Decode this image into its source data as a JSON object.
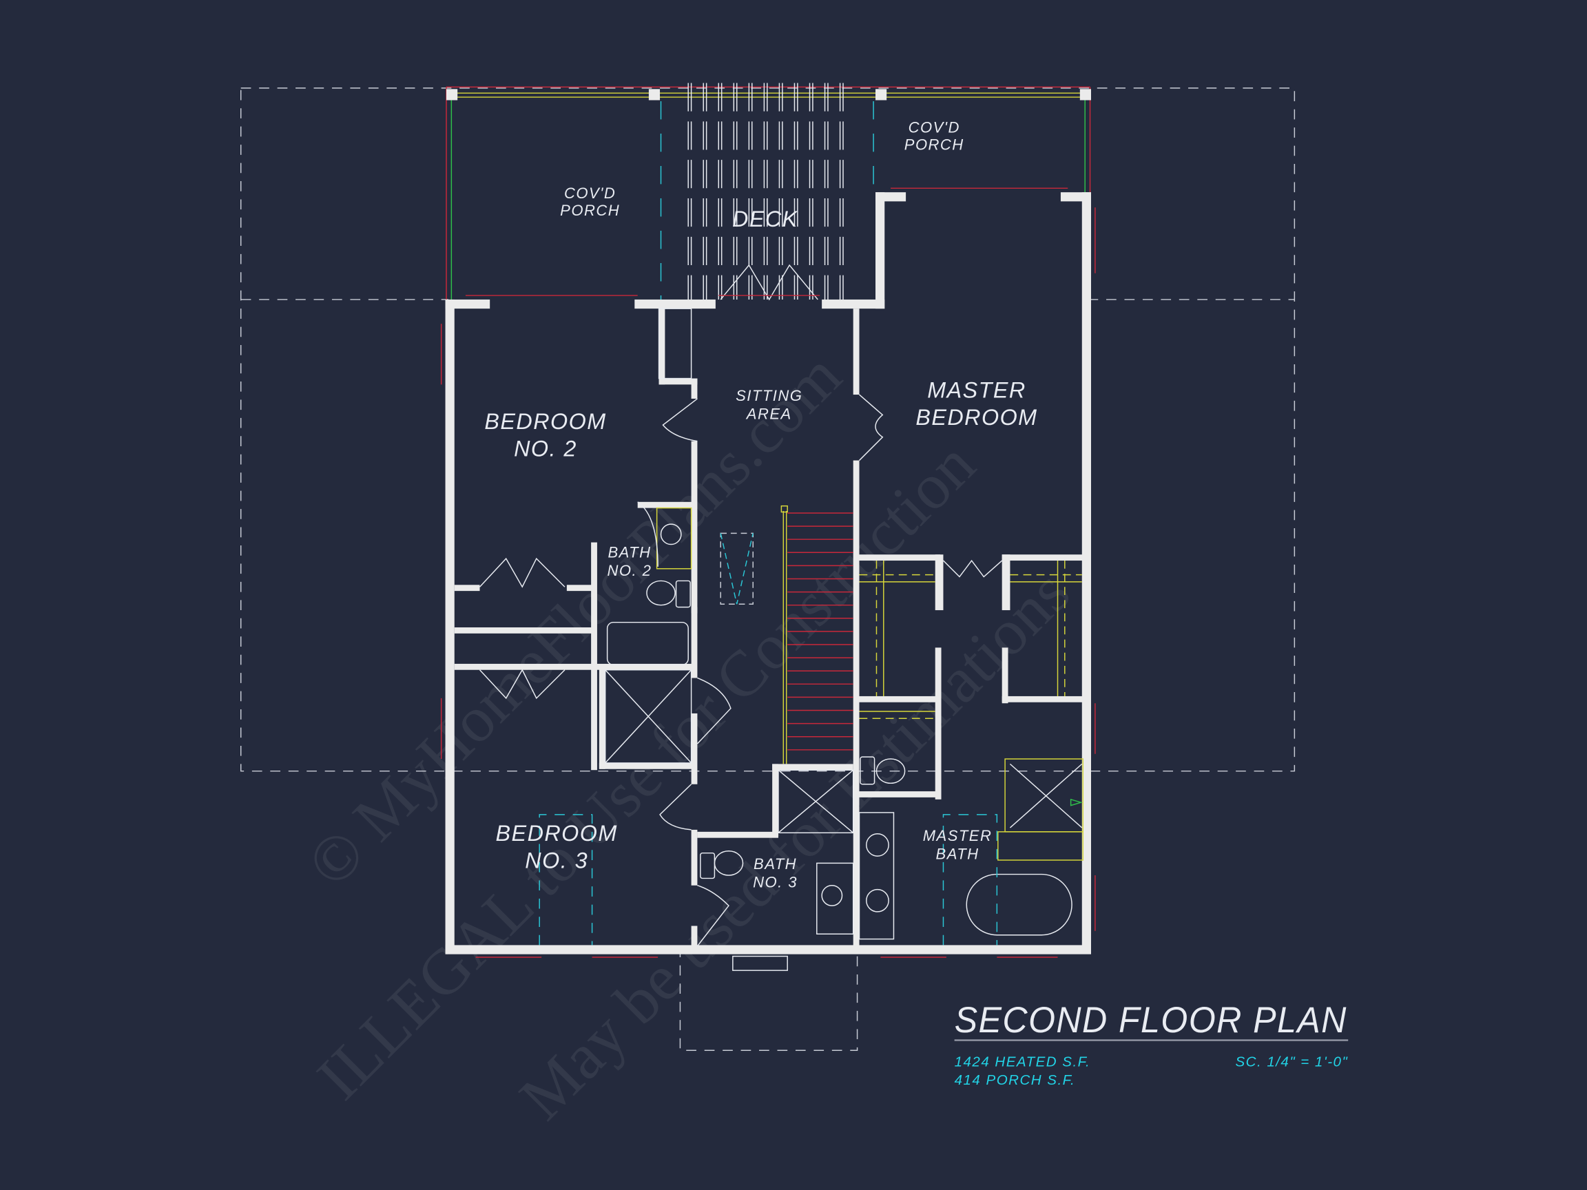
{
  "plan": {
    "title": "SECOND FLOOR PLAN",
    "heated_sf": "1424 HEATED S.F.",
    "porch_sf": "414 PORCH S.F.",
    "scale": "SC. 1/4\" = 1'-0\""
  },
  "rooms": {
    "covd_porch_left": [
      "COV'D",
      "PORCH"
    ],
    "covd_porch_right": [
      "COV'D",
      "PORCH"
    ],
    "deck": "DECK",
    "sitting_area": [
      "SITTING",
      "AREA"
    ],
    "master_bedroom": [
      "MASTER",
      "BEDROOM"
    ],
    "bedroom_2": [
      "BEDROOM",
      "NO. 2"
    ],
    "bath_2": [
      "BATH",
      "NO. 2"
    ],
    "bedroom_3": [
      "BEDROOM",
      "NO. 3"
    ],
    "bath_3": [
      "BATH",
      "NO. 3"
    ],
    "master_bath": [
      "MASTER",
      "BATH"
    ]
  },
  "watermarks": [
    "© MyHomeFloorPlans.com",
    "ILLEGAL to Use for Construction",
    "May be used for Estimations"
  ],
  "colors": {
    "background": "#242a3d",
    "walls": "#ebebeb",
    "labels": "#e9ecf2",
    "area_text": "#22d3e6",
    "stairs": "#c8283a",
    "framing": "#d6d63a",
    "rail": "#2fbf4a"
  }
}
